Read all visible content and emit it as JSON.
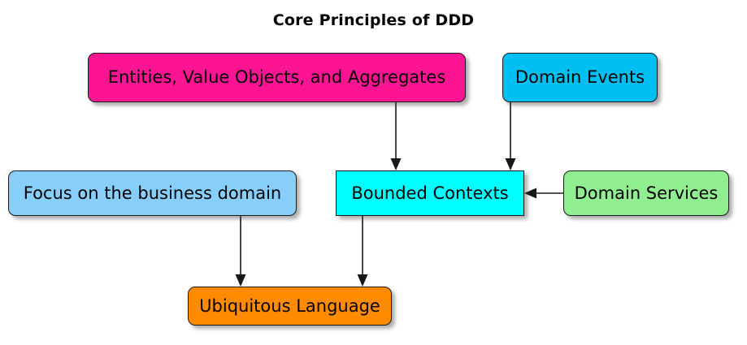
{
  "diagram": {
    "title": "Core Principles of DDD",
    "type": "flowchart",
    "background_color": "#FFFFFF",
    "nodes": [
      {
        "id": "entities",
        "label": "Entities, Value Objects, and Aggregates",
        "color": "#FD1493",
        "shape": "rounded-rectangle"
      },
      {
        "id": "domain_events",
        "label": "Domain Events",
        "color": "#00BFF3",
        "shape": "rounded-rectangle"
      },
      {
        "id": "focus",
        "label": "Focus on the business domain",
        "color": "#87CEFA",
        "shape": "rounded-rectangle"
      },
      {
        "id": "bounded_contexts",
        "label": "Bounded Contexts",
        "color": "#00FFFF",
        "shape": "rectangle"
      },
      {
        "id": "domain_services",
        "label": "Domain Services",
        "color": "#90EE90",
        "shape": "rounded-rectangle"
      },
      {
        "id": "ubiquitous",
        "label": "Ubiquitous Language",
        "color": "#FF8C00",
        "shape": "rounded-rectangle"
      }
    ],
    "edges": [
      {
        "from": "entities",
        "to": "bounded_contexts",
        "direction": "down"
      },
      {
        "from": "domain_events",
        "to": "bounded_contexts",
        "direction": "down"
      },
      {
        "from": "domain_services",
        "to": "bounded_contexts",
        "direction": "left"
      },
      {
        "from": "focus",
        "to": "ubiquitous",
        "direction": "down"
      },
      {
        "from": "bounded_contexts",
        "to": "ubiquitous",
        "direction": "down"
      }
    ]
  }
}
